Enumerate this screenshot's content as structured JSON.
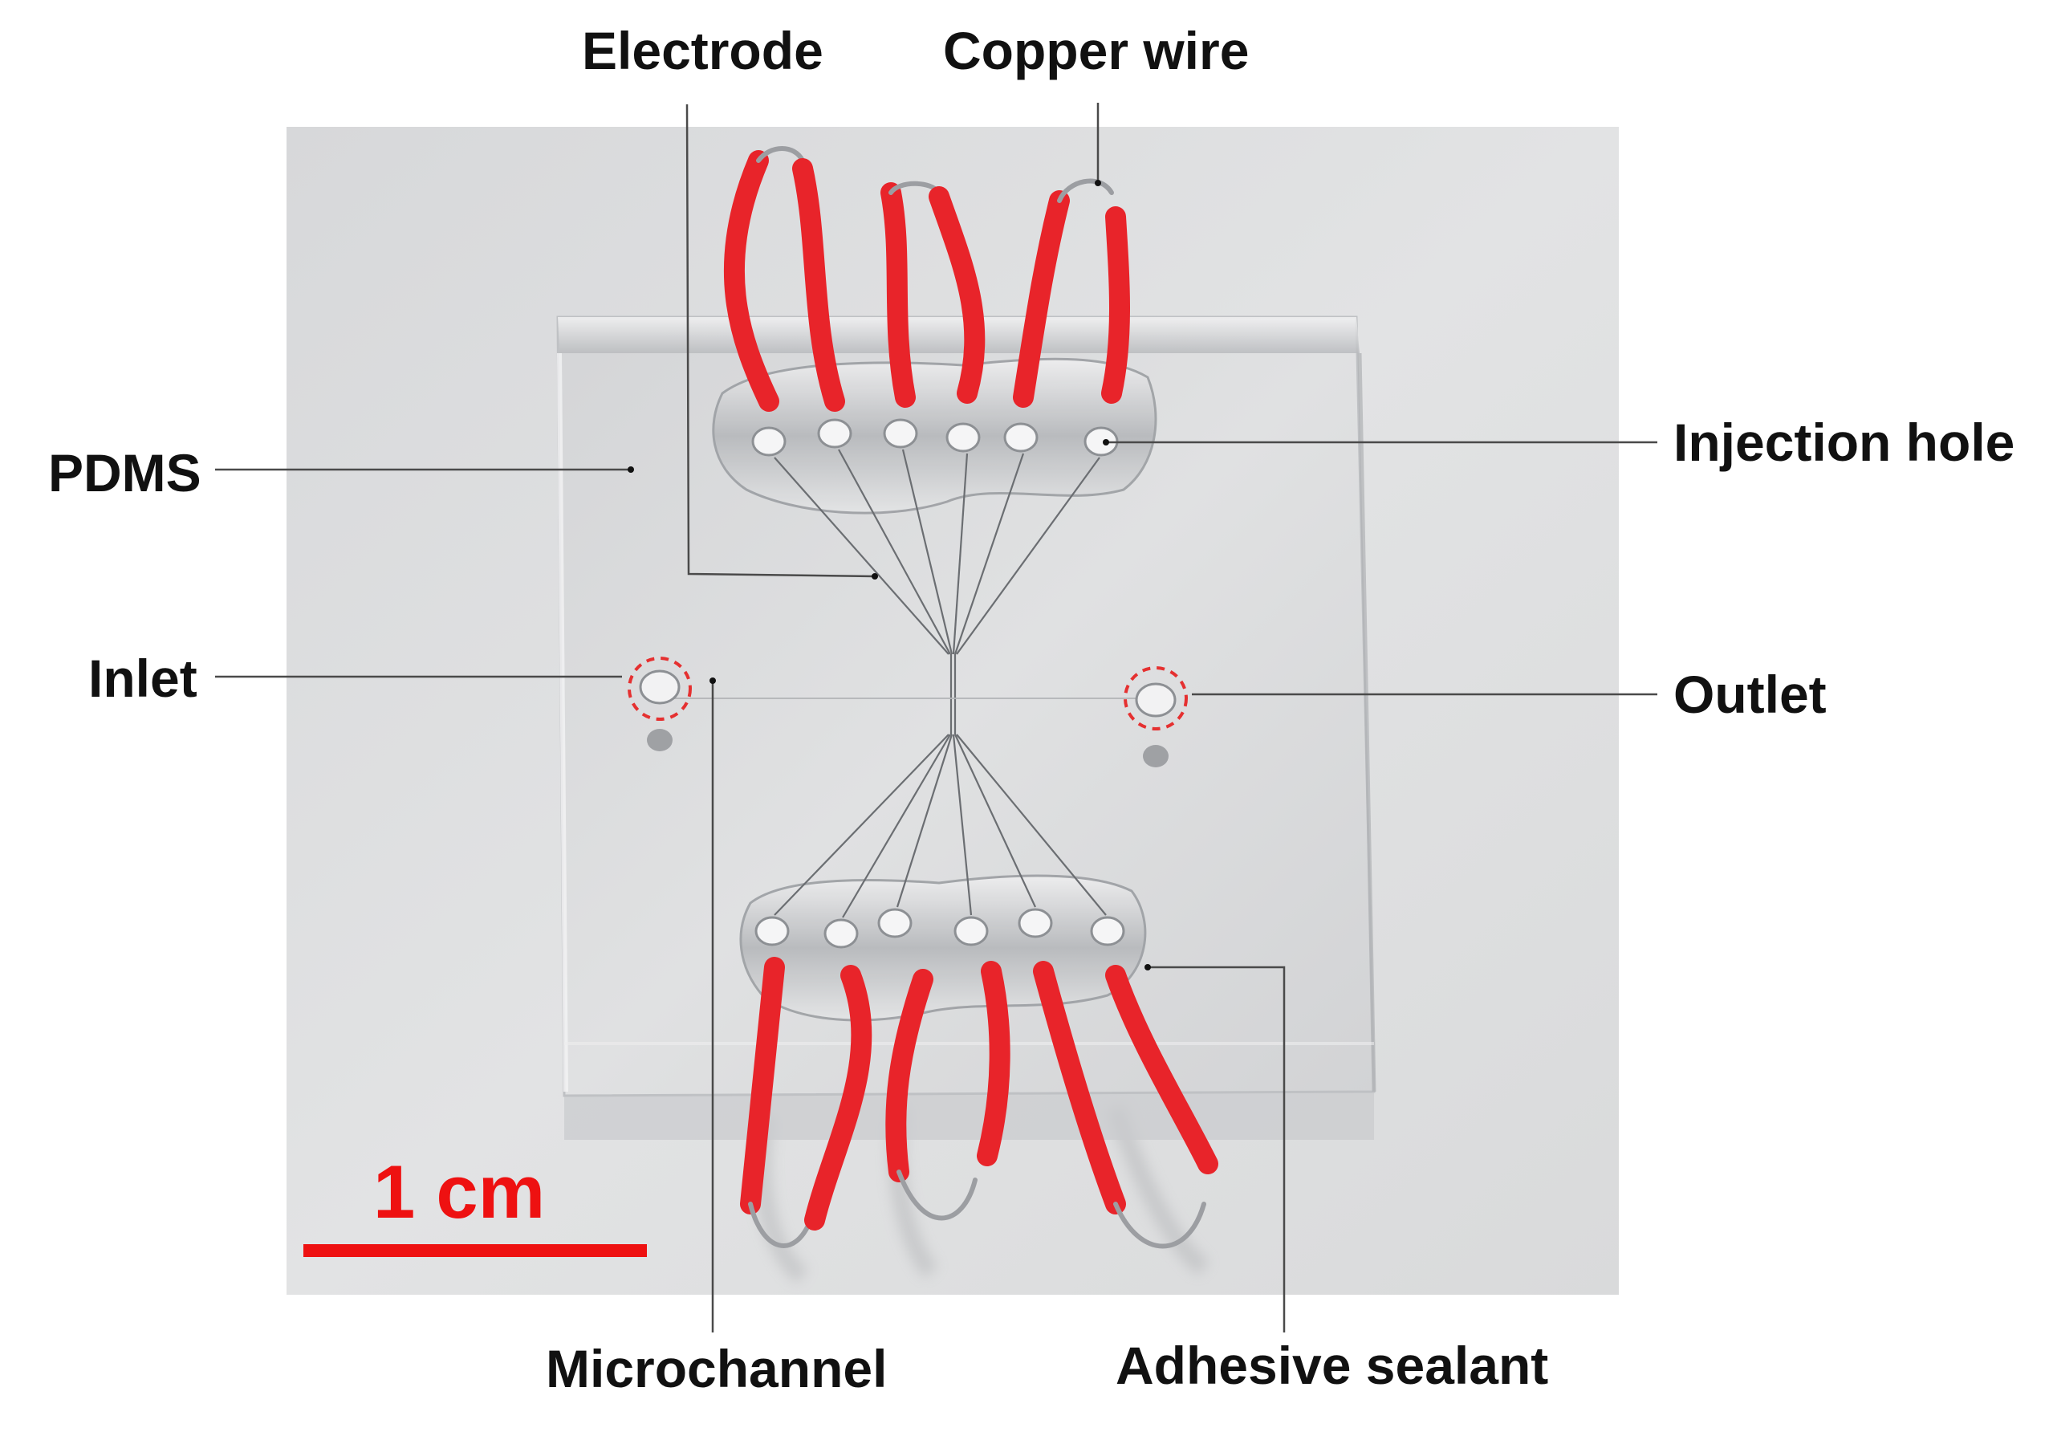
{
  "labels": {
    "electrode": "Electrode",
    "copper_wire": "Copper wire",
    "pdms": "PDMS",
    "injection_hole": "Injection hole",
    "inlet": "Inlet",
    "outlet": "Outlet",
    "microchannel": "Microchannel",
    "adhesive_sealant": "Adhesive sealant"
  },
  "scale_bar": {
    "label": "1 cm",
    "color": "#ee1111"
  },
  "colors": {
    "wire_insulation": "#e8242a",
    "background_photo": "#dcdcdd",
    "label_text": "#111111",
    "inlet_outlet_marker": "#e53030"
  }
}
